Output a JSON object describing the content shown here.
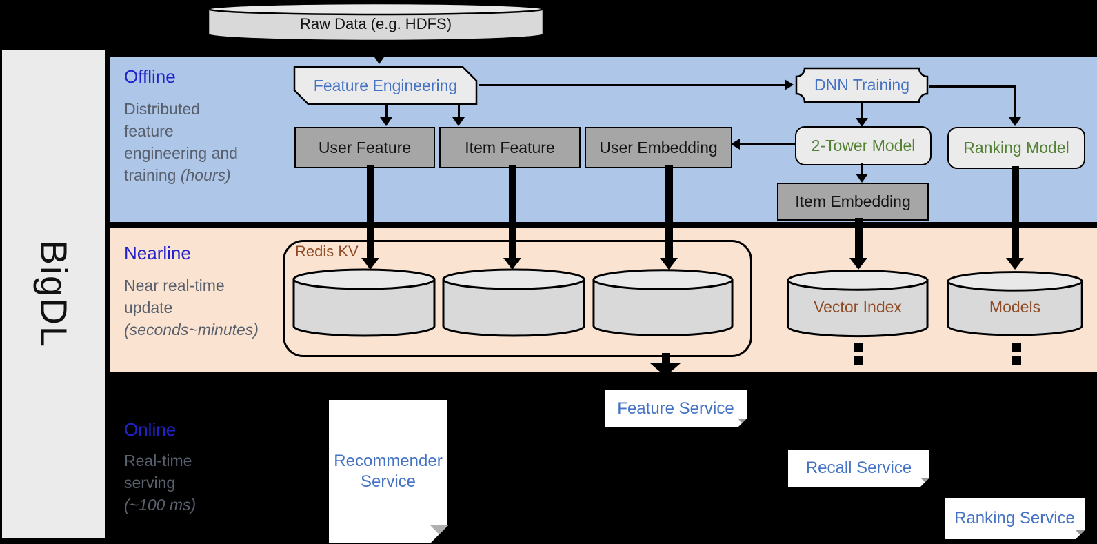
{
  "colors": {
    "offline_band": "#aec6e8",
    "nearline_band": "#fbe3d1",
    "node_gray": "#a6a6a6",
    "node_light": "#ebebeb",
    "cylinder": "#d9d9d9",
    "cylinder_top": "#e9e9e9",
    "title_blue": "#2222cc",
    "text_blue": "#4472c4",
    "text_green": "#548235",
    "text_brown": "#8f4b26",
    "text_gray": "#59606d"
  },
  "brand": {
    "label": "BigDL"
  },
  "raw_data": {
    "label": "Raw Data (e.g. HDFS)"
  },
  "sections": {
    "offline": {
      "title": "Offline",
      "desc_l1": "Distributed",
      "desc_l2": "feature",
      "desc_l3": "engineering and",
      "desc_l4a": "training ",
      "desc_l4b": "(hours)"
    },
    "nearline": {
      "title": "Nearline",
      "desc_l1": "Near real-time",
      "desc_l2": "update",
      "desc_l3": "(seconds~minutes)"
    },
    "online": {
      "title": "Online",
      "desc_l1": "Real-time",
      "desc_l2": "serving",
      "desc_l3": "(~100 ms)"
    }
  },
  "offline_nodes": {
    "feature_engineering": "Feature Engineering",
    "dnn_training": "DNN Training",
    "user_feature": "User Feature",
    "item_feature": "Item Feature",
    "user_embedding": "User Embedding",
    "two_tower_model": "2-Tower Model",
    "ranking_model": "Ranking Model",
    "item_embedding": "Item Embedding"
  },
  "nearline_nodes": {
    "redis_kv": "Redis KV",
    "vector_index": "Vector Index",
    "models": "Models"
  },
  "online_nodes": {
    "recommender_service_l1": "Recommender",
    "recommender_service_l2": "Service",
    "feature_service": "Feature Service",
    "recall_service": "Recall Service",
    "ranking_service": "Ranking Service"
  }
}
